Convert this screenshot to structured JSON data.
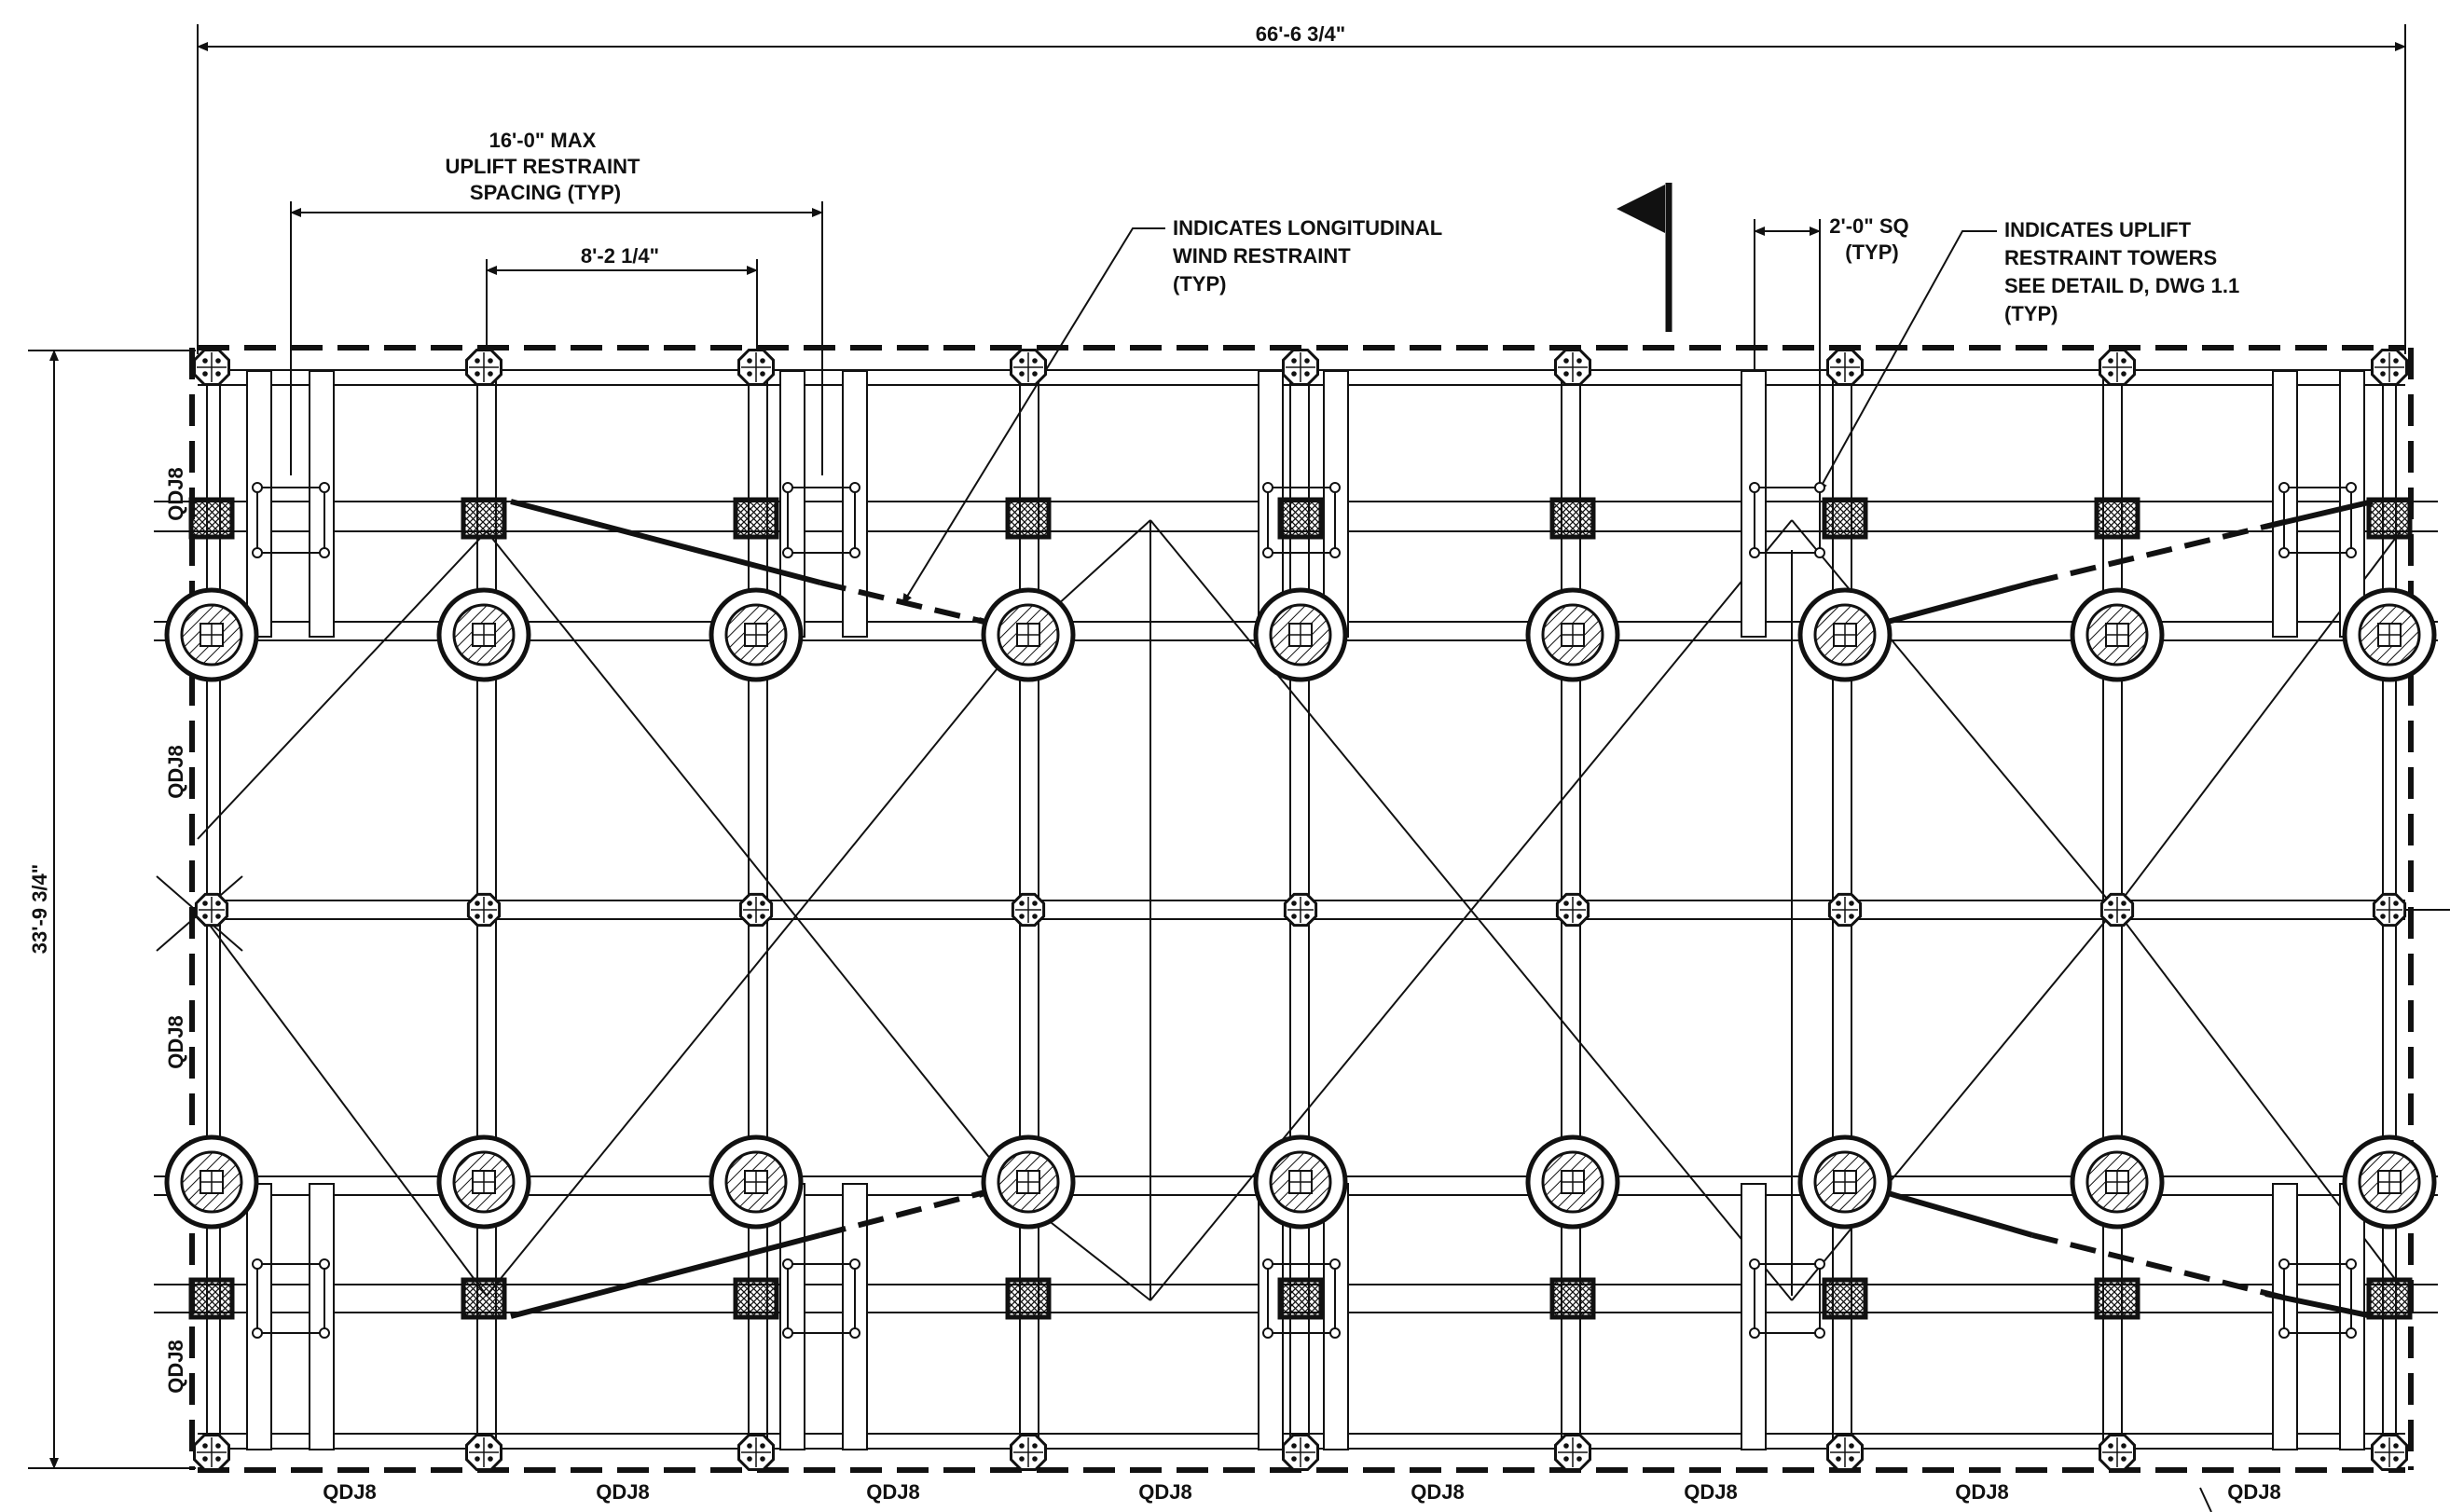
{
  "dimensions": {
    "overall_length": "66'-6 3/4\"",
    "overall_width": "33'-9 3/4\"",
    "uplift_spacing": [
      "16'-0\" MAX",
      "UPLIFT RESTRAINT",
      "SPACING (TYP)"
    ],
    "pier_spacing": "8'-2 1/4\"",
    "tower_size": [
      "2'-0\" SQ",
      "(TYP)"
    ]
  },
  "notes": {
    "wind_restraint": [
      "INDICATES LONGITUDINAL",
      "WIND RESTRAINT",
      "(TYP)"
    ],
    "uplift_towers": [
      "INDICATES UPLIFT",
      "RESTRAINT TOWERS",
      "SEE DETAIL D, DWG 1.1",
      "(TYP)"
    ]
  },
  "joist_labels": {
    "bottom": [
      "QDJ8",
      "QDJ8",
      "QDJ8",
      "QDJ8",
      "QDJ8",
      "QDJ8",
      "QDJ8",
      "QDJ8"
    ],
    "left": [
      "QDJ8",
      "QDJ8",
      "QDJ8",
      "QDJ8"
    ]
  },
  "grid": {
    "columns": 9,
    "symbols": [
      "north-flag-symbol",
      "round-footing",
      "square-uplift-tower",
      "octagon-pier"
    ]
  },
  "colors": {
    "line": "#111111",
    "background": "#ffffff"
  }
}
